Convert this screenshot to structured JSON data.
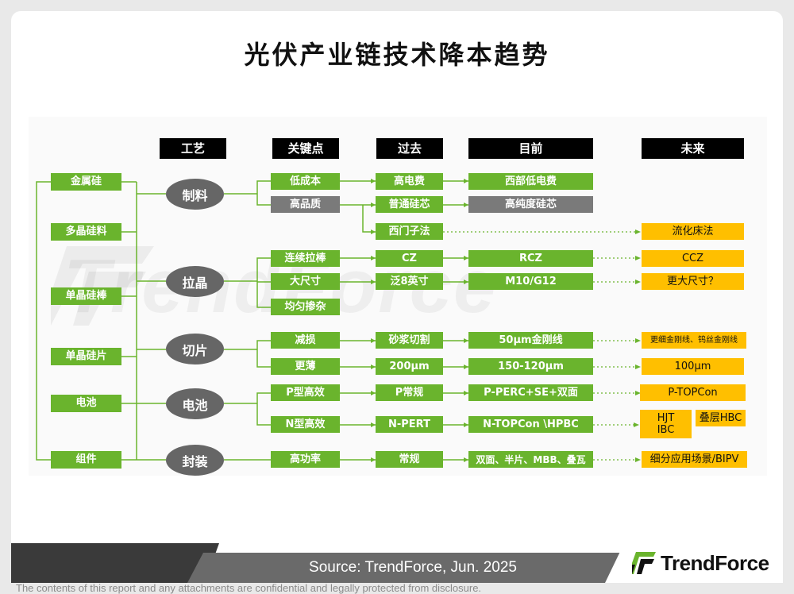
{
  "title": "光伏产业链技术降本趋势",
  "headers": {
    "process": "工艺",
    "key": "关键点",
    "past": "过去",
    "present": "目前",
    "future": "未来"
  },
  "materials": [
    "金属硅",
    "多晶硅料",
    "单晶硅棒",
    "单晶硅片",
    "电池",
    "组件"
  ],
  "processes": [
    "制料",
    "拉晶",
    "切片",
    "电池",
    "封装"
  ],
  "key_points": [
    "低成本",
    "高品质",
    "连续拉棒",
    "大尺寸",
    "均匀掺杂",
    "减损",
    "更薄",
    "P型高效",
    "N型高效",
    "高功率"
  ],
  "past": [
    "高电费",
    "普通硅芯",
    "西门子法",
    "CZ",
    "泛8英寸",
    "砂浆切割",
    "200μm",
    "P常规",
    "N-PERT",
    "常规"
  ],
  "present": [
    "西部低电费",
    "高纯度硅芯",
    "RCZ",
    "M10/G12",
    "50μm金刚线",
    "150-120μm",
    "P-PERC+SE+双面",
    "N-TOPCon \\HPBC",
    "双面、半片、MBB、叠瓦"
  ],
  "future": [
    "流化床法",
    "CCZ",
    "更大尺寸？",
    "更细金刚线、钨丝金刚线",
    "100μm",
    "P-TOPCon",
    "HJT\nIBC",
    "叠层HBC",
    "细分应用场景/BIPV"
  ],
  "watermark": "TrendForce",
  "source": "Source: TrendForce, Jun. 2025",
  "brand": "TrendForce",
  "disclaimer": "The contents of this report and any attachments are confidential and legally protected from disclosure.",
  "colors": {
    "green": "#6ab42d",
    "gray": "#7a7a7a",
    "yellow": "#ffbf00",
    "header": "#000000",
    "oval": "#666666"
  }
}
